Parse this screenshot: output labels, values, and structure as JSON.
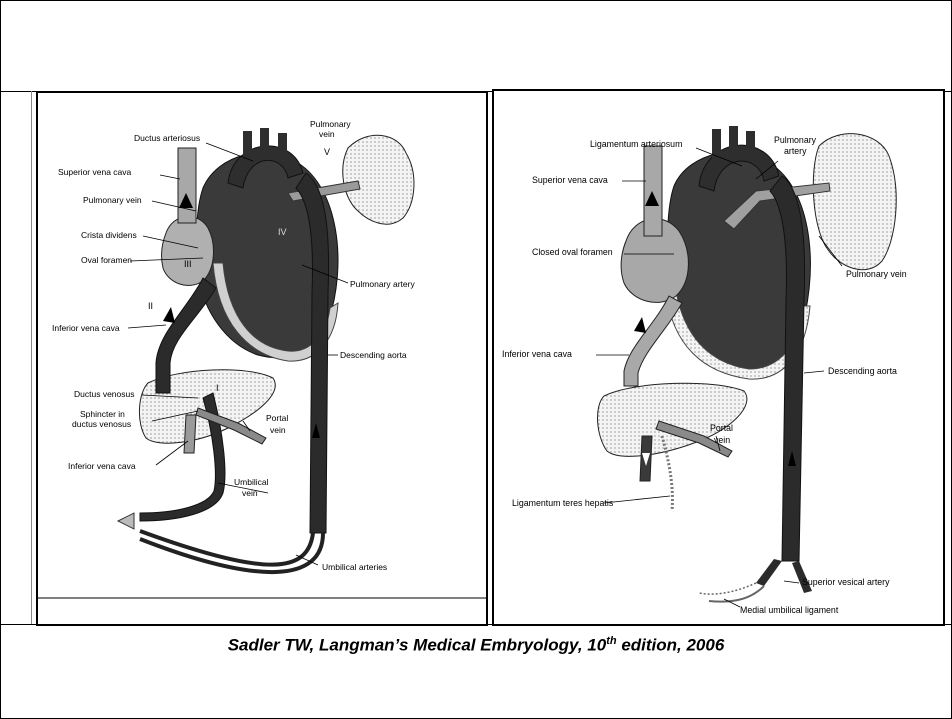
{
  "left_panel": {
    "labels": {
      "ductus_arteriosus": "Ductus arteriosus",
      "pulmonary_vein_top_1": "Pulmonary",
      "pulmonary_vein_top_2": "vein",
      "roman_v": "V",
      "superior_vena_cava": "Superior vena cava",
      "pulmonary_vein": "Pulmonary vein",
      "crista_dividens": "Crista dividens",
      "oval_foramen": "Oval foramen",
      "roman_iii": "III",
      "roman_iv": "IV",
      "pulmonary_artery": "Pulmonary artery",
      "roman_ii": "II",
      "inferior_vena_cava_upper": "Inferior vena cava",
      "descending_aorta": "Descending aorta",
      "ductus_venosus": "Ductus venosus",
      "roman_i": "I",
      "sphincter_1": "Sphincter in",
      "sphincter_2": "ductus venosus",
      "portal_1": "Portal",
      "portal_2": "vein",
      "inferior_vena_cava_lower": "Inferior vena cava",
      "umbilical_1": "Umbilical",
      "umbilical_2": "vein",
      "umbilical_arteries": "Umbilical arteries"
    }
  },
  "right_panel": {
    "labels": {
      "ligamentum_arteriosum": "Ligamentum arteriosum",
      "pulmonary_artery_1": "Pulmonary",
      "pulmonary_artery_2": "artery",
      "superior_vena_cava": "Superior vena cava",
      "closed_oval_foramen": "Closed oval foramen",
      "pulmonary_vein": "Pulmonary vein",
      "inferior_vena_cava": "Inferior vena cava",
      "descending_aorta": "Descending aorta",
      "portal_1": "Portal",
      "portal_2": "vein",
      "ligamentum_teres": "Ligamentum teres hepatis",
      "superior_vesical_artery": "Superior vesical artery",
      "medial_umbilical_ligament": "Medial umbilical ligament"
    }
  },
  "caption": {
    "before_sup": "Sadler TW, Langman’s Medical Embryology, 10",
    "sup": "th",
    "after_sup": " edition, 2006"
  },
  "colors": {
    "dark_vessel": "#2b2b2b",
    "mid_vessel": "#9a9a9a",
    "light_vessel": "#c8c8c8",
    "stipple": "#efefef"
  }
}
